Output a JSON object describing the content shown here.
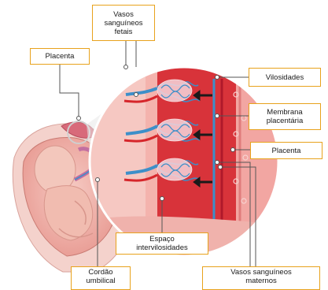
{
  "labels": {
    "vasos_fetais": [
      "Vasos",
      "sanguíneos",
      "fetais"
    ],
    "placenta_left": "Placenta",
    "vilosidades": "Vilosidades",
    "membrana": [
      "Membrana",
      "placentária"
    ],
    "placenta_right": "Placenta",
    "espaco": [
      "Espaço",
      "intervilosidades"
    ],
    "cordao": [
      "Cordão",
      "umbilical"
    ],
    "vasos_maternos": [
      "Vasos sanguíneos",
      "maternos"
    ]
  },
  "colors": {
    "label_border": "#e8a21c",
    "fetal_vessel": "#3d8fc9",
    "maternal_blood": "#d6262b",
    "placenta_tissue": "#f3b6b0",
    "arrow": "#1a1a1a",
    "leader_line": "#555555"
  },
  "icons": [
    "fetus-illustration",
    "placenta-magnifier",
    "exchange-arrow-icon"
  ]
}
